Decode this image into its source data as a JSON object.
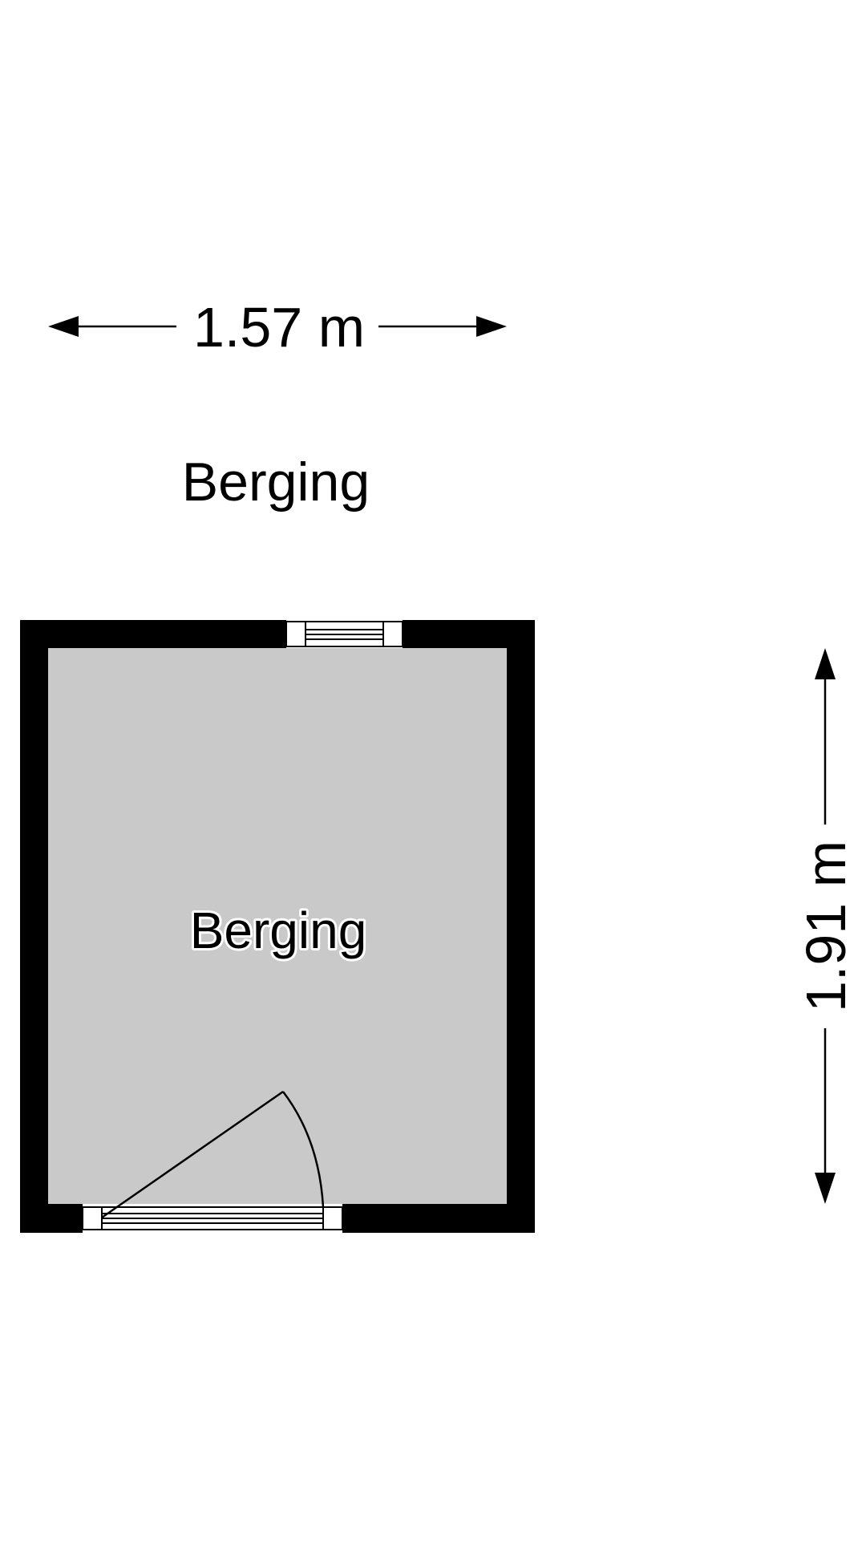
{
  "floor_title": "Berging",
  "dimensions": {
    "width_label": "1.57 m",
    "height_label": "1.91 m"
  },
  "room": {
    "label": "Berging"
  },
  "colors": {
    "wall": "#000000",
    "floor": "#c9c9c9",
    "background": "#ffffff",
    "ink": "#000000"
  }
}
